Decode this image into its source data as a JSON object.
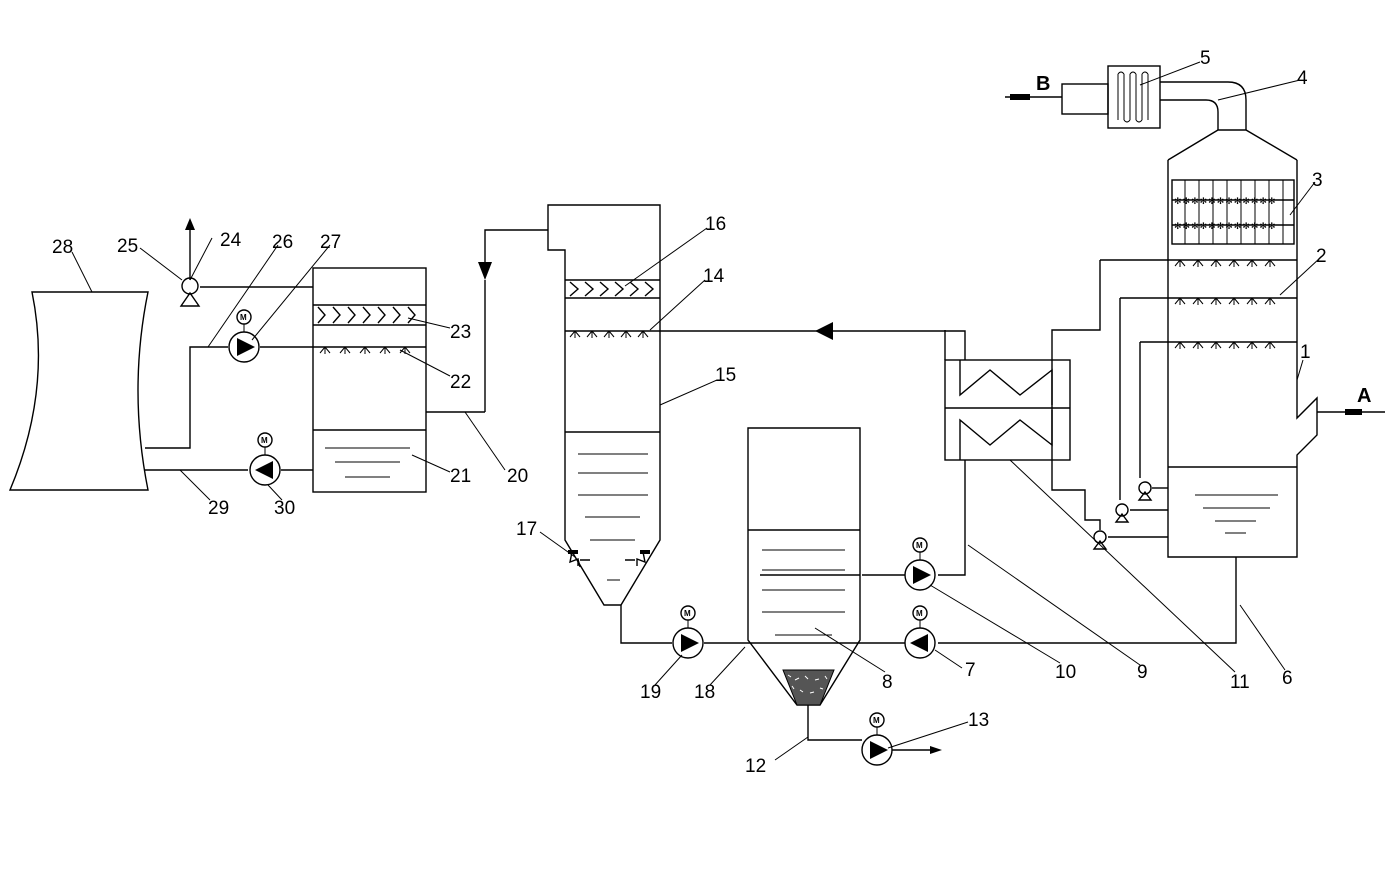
{
  "stream_labels": {
    "inlet": "A",
    "outlet": "B"
  },
  "motor_label": "M",
  "component_labels": [
    {
      "id": "1",
      "text": "1"
    },
    {
      "id": "2",
      "text": "2"
    },
    {
      "id": "3",
      "text": "3"
    },
    {
      "id": "4",
      "text": "4"
    },
    {
      "id": "5",
      "text": "5"
    },
    {
      "id": "6",
      "text": "6"
    },
    {
      "id": "7",
      "text": "7"
    },
    {
      "id": "8",
      "text": "8"
    },
    {
      "id": "9",
      "text": "9"
    },
    {
      "id": "10",
      "text": "10"
    },
    {
      "id": "11",
      "text": "11"
    },
    {
      "id": "12",
      "text": "12"
    },
    {
      "id": "13",
      "text": "13"
    },
    {
      "id": "14",
      "text": "14"
    },
    {
      "id": "15",
      "text": "15"
    },
    {
      "id": "16",
      "text": "16"
    },
    {
      "id": "17",
      "text": "17"
    },
    {
      "id": "18",
      "text": "18"
    },
    {
      "id": "19",
      "text": "19"
    },
    {
      "id": "20",
      "text": "20"
    },
    {
      "id": "21",
      "text": "21"
    },
    {
      "id": "22",
      "text": "22"
    },
    {
      "id": "23",
      "text": "23"
    },
    {
      "id": "24",
      "text": "24"
    },
    {
      "id": "25",
      "text": "25"
    },
    {
      "id": "26",
      "text": "26"
    },
    {
      "id": "27",
      "text": "27"
    },
    {
      "id": "28",
      "text": "28"
    },
    {
      "id": "29",
      "text": "29"
    },
    {
      "id": "30",
      "text": "30"
    }
  ]
}
